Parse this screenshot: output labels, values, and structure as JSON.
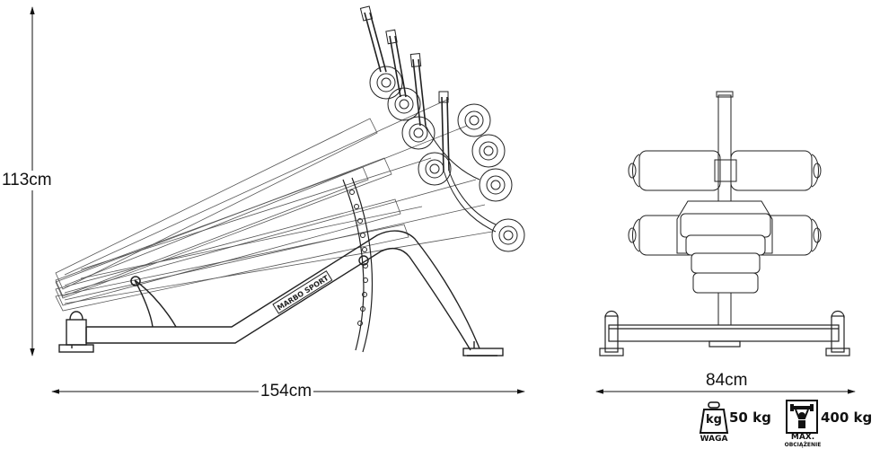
{
  "dimensions": {
    "height": "113cm",
    "length": "154cm",
    "width": "84cm"
  },
  "brand": "MARBO SPORT",
  "specs": {
    "weight": {
      "value": "50 kg",
      "caption": "WAGA",
      "unit_mark": "kg"
    },
    "max_load": {
      "value": "400 kg",
      "caption_line1": "MAX.",
      "caption_line2": "OBCIĄŻENIE"
    }
  }
}
